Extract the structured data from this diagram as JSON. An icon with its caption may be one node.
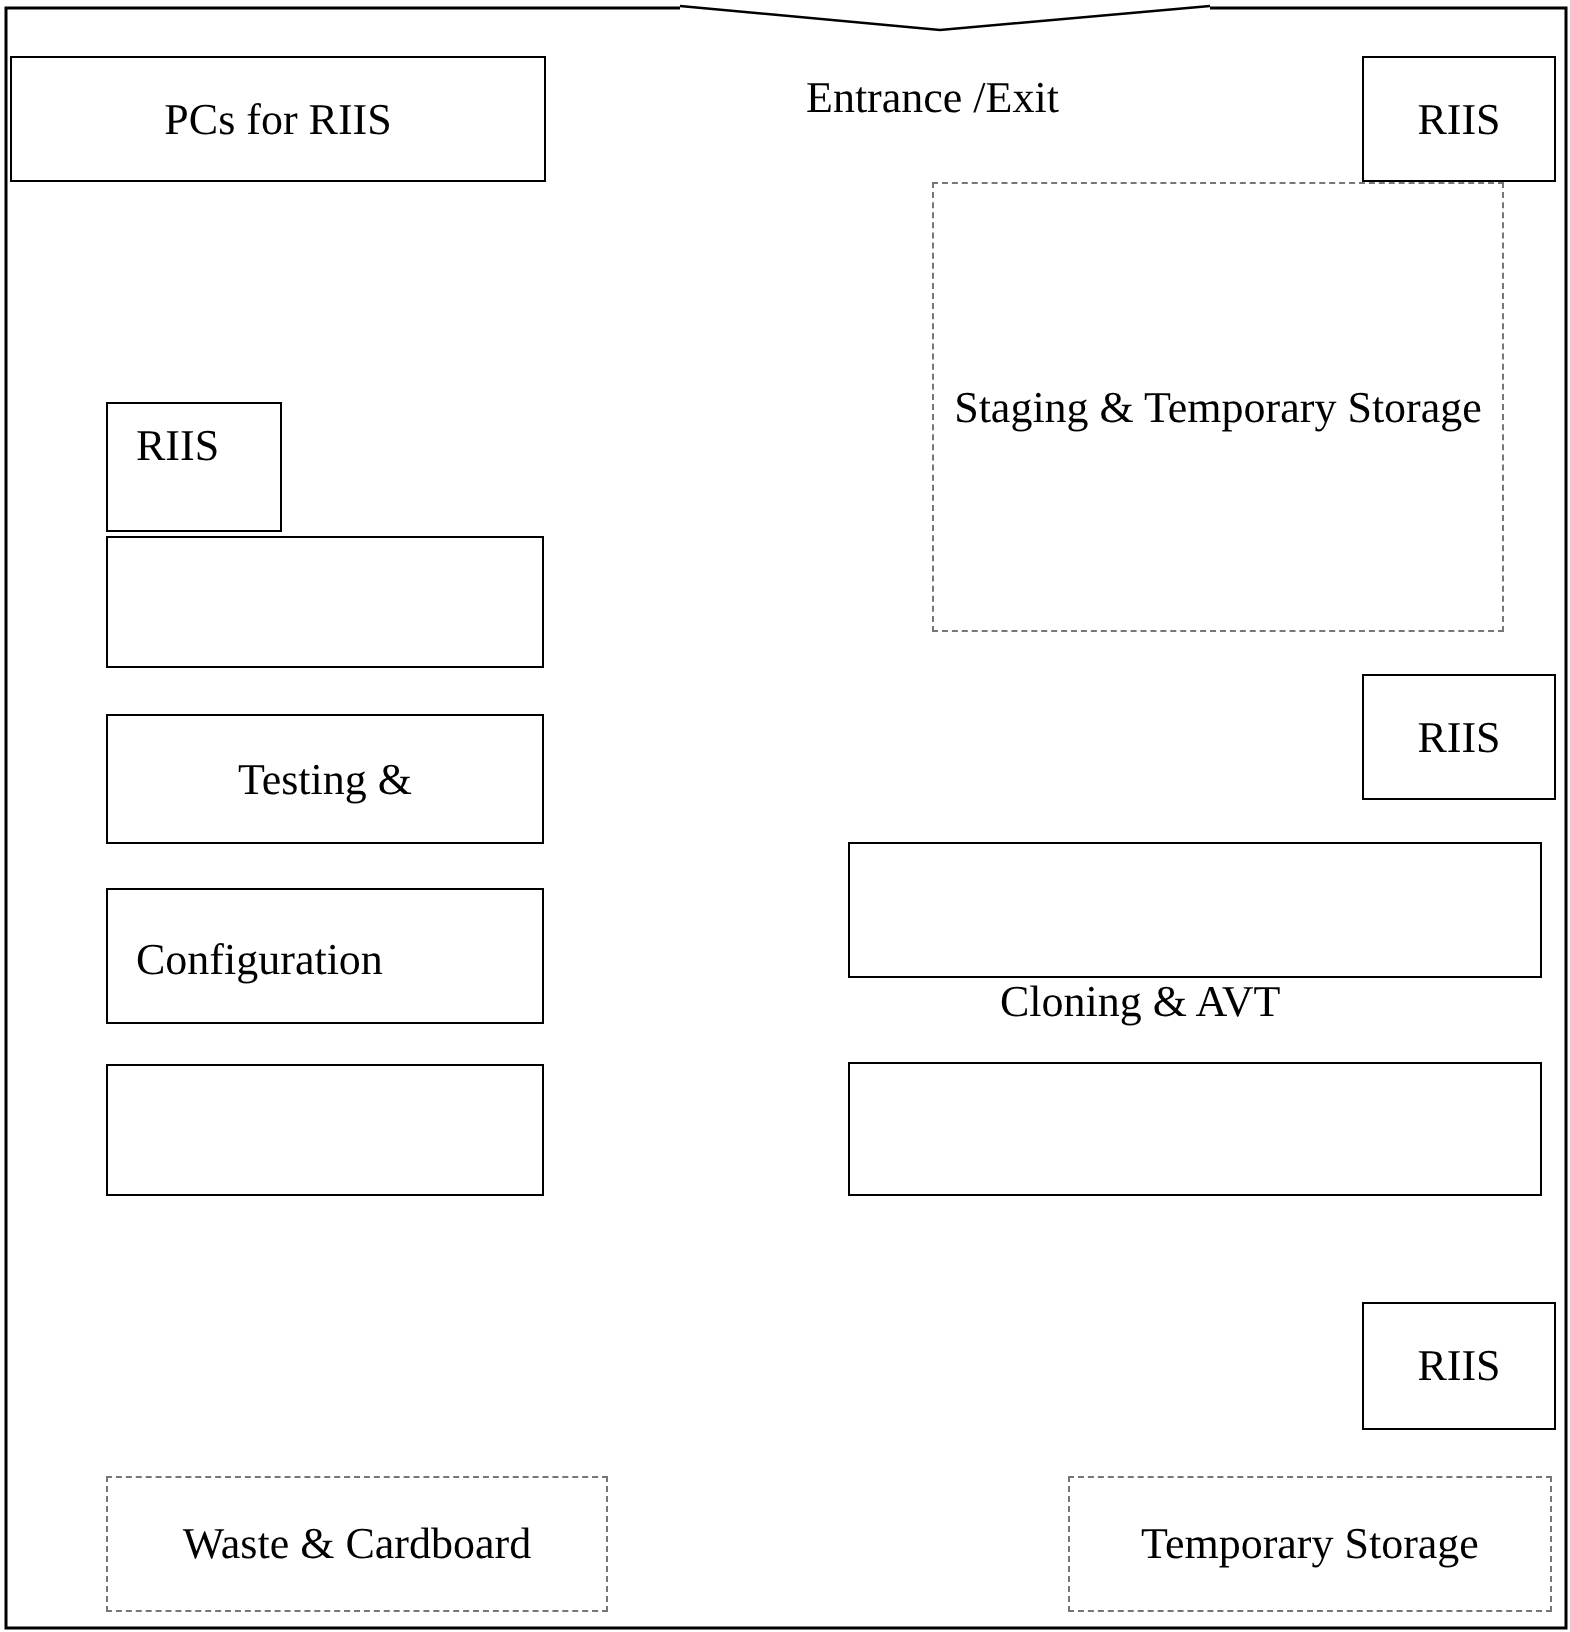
{
  "diagram": {
    "nodes": [
      {
        "text": [
          "PCs for RIIS"
        ]
      },
      {
        "text": [
          "RIIS"
        ]
      },
      {
        "text": [
          "Staging & Temporary Storage"
        ]
      },
      {
        "text": [
          "RIIS"
        ]
      },
      {
        "text": [],
        "shape": "box"
      },
      {
        "text": [
          "Testing &"
        ]
      },
      {
        "text": [
          "RIIS"
        ]
      },
      {
        "text": [],
        "shape": "box"
      },
      {
        "text": [
          "Configuration"
        ]
      },
      {
        "text": [],
        "shape": "box"
      },
      {
        "text": [],
        "shape": "box"
      },
      {
        "text": [
          "RIIS"
        ]
      },
      {
        "text": [
          "Waste & Cardboard"
        ]
      },
      {
        "text": [
          "Temporary Storage"
        ]
      }
    ],
    "edges": [],
    "labels": [
      "Entrance /Exit",
      "Cloning & AVT"
    ]
  }
}
